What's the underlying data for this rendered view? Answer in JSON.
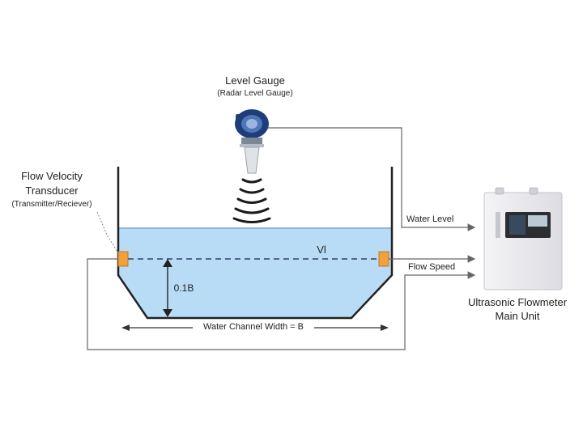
{
  "level_gauge": {
    "title": "Level Gauge",
    "subtitle": "(Radar Level Gauge)"
  },
  "transducer": {
    "line1": "Flow Velocity",
    "line2": "Transducer",
    "line3": "(Transmitter/Reciever)"
  },
  "channel": {
    "vl_label": "Vl",
    "depth_label": "0.1B",
    "width_label": "Water Channel Width = B"
  },
  "signals": {
    "water_level": "Water Level",
    "flow_speed": "Flow Speed"
  },
  "main_unit": {
    "line1": "Ultrasonic Flowmeter",
    "line2": "Main Unit",
    "display_text": ""
  },
  "colors": {
    "water": "#b8dcf5",
    "water_edge": "#7fb2d9",
    "transducer": "#f2a03c",
    "gauge_body": "#1e3d7a",
    "line": "#555555"
  }
}
